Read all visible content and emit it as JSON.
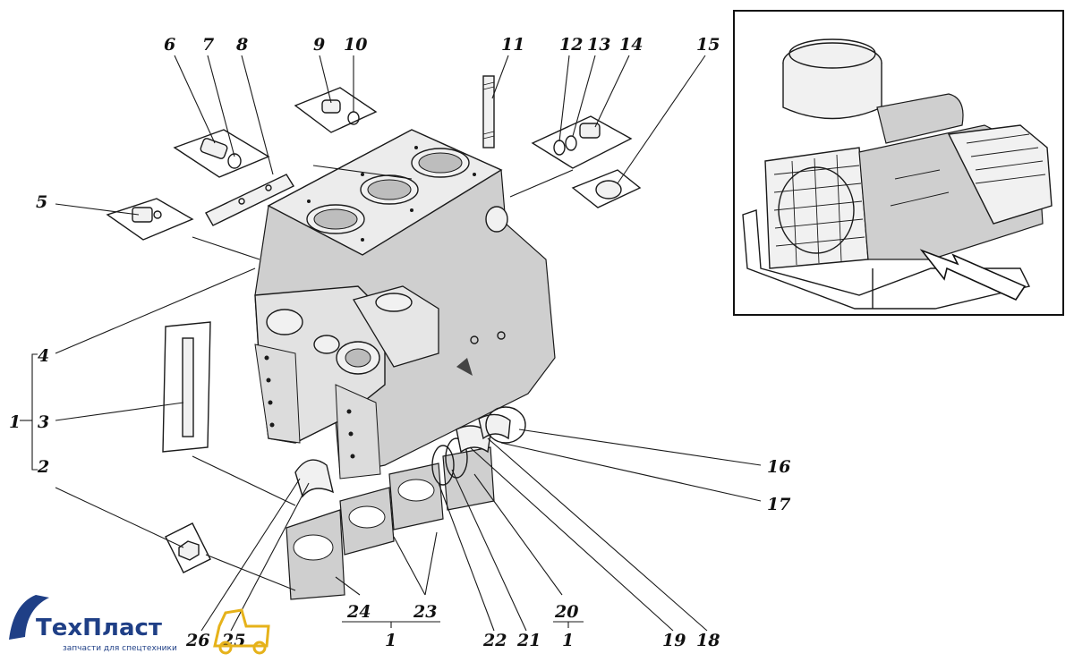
{
  "callouts": {
    "c1a": "1",
    "c2": "2",
    "c3": "3",
    "c4": "4",
    "c5": "5",
    "c6": "6",
    "c7": "7",
    "c8": "8",
    "c9": "9",
    "c10": "10",
    "c11": "11",
    "c12": "12",
    "c13": "13",
    "c14": "14",
    "c15": "15",
    "c16": "16",
    "c17": "17",
    "c18": "18",
    "c19": "19",
    "c20": "20",
    "c21": "21",
    "c22": "22",
    "c23": "23",
    "c24": "24",
    "c25": "25",
    "c26": "26",
    "c1b": "1",
    "c1c": "1"
  },
  "logo": {
    "name": "ТехПласт",
    "tagline": "запчасти для спецтехники",
    "brand_color": "#1f3f86",
    "accent_color": "#e6b21a"
  },
  "icons": {
    "inset": "engine-assembly-icon",
    "arrow": "location-arrow-icon"
  }
}
